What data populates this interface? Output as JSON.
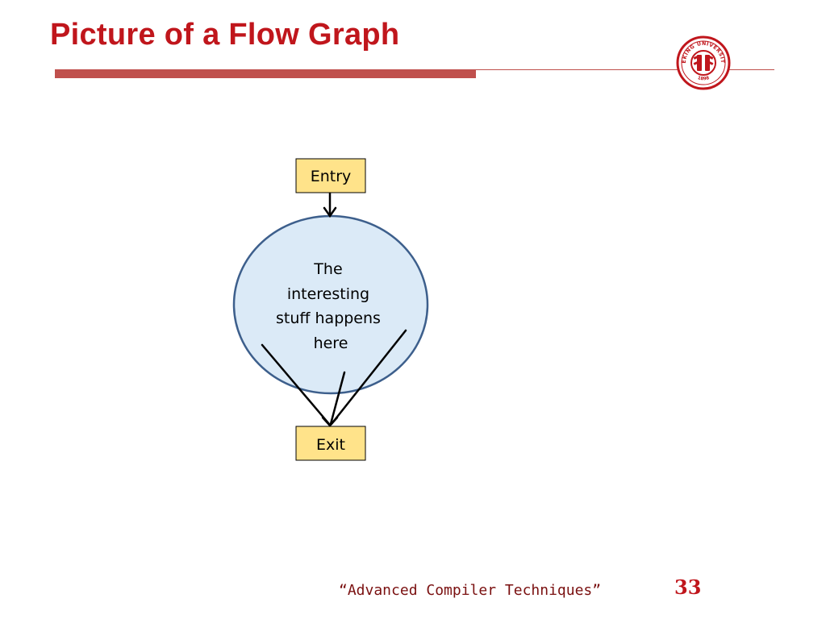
{
  "slide": {
    "title": "Picture of a Flow Graph",
    "footer": "“Advanced Compiler Techniques”",
    "page_number": "33"
  },
  "logo": {
    "name": "PEKING UNIVERSITY",
    "year": "1898",
    "color": "#c0161c"
  },
  "diagram": {
    "entry_label": "Entry",
    "exit_label": "Exit",
    "region_lines": [
      "The",
      "interesting",
      "stuff happens",
      "here"
    ],
    "box_fill": "#ffe38a",
    "region_fill": "#dbeaf7",
    "region_stroke": "#3d5f8c"
  }
}
